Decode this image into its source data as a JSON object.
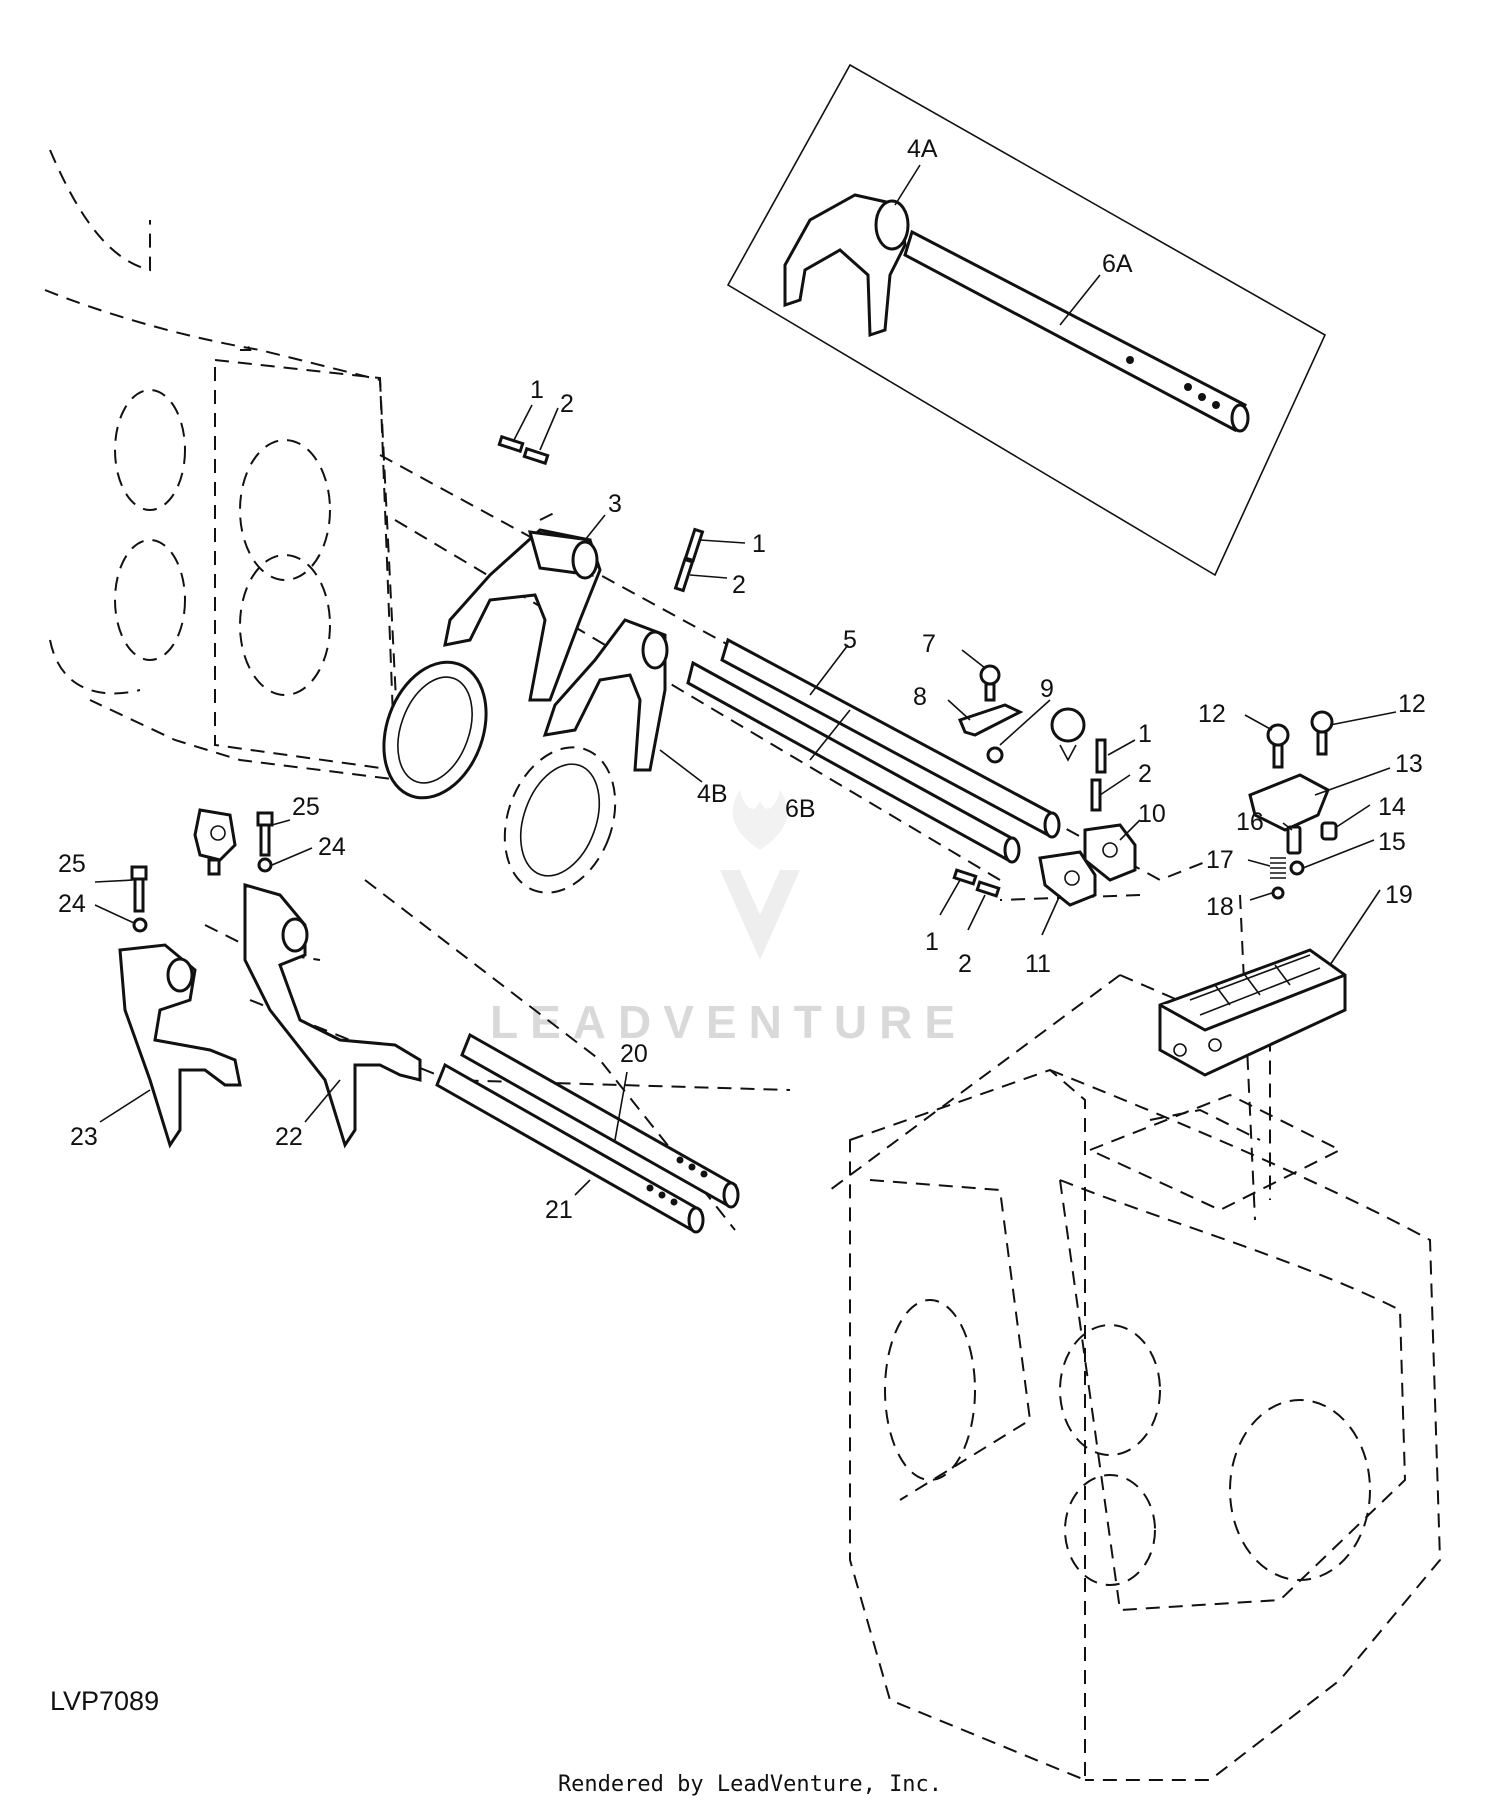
{
  "diagram": {
    "id_label": "LVP7089",
    "credit": "Rendered by LeadVenture, Inc.",
    "watermark": "LEADVENTURE",
    "callouts": [
      {
        "text": "4A"
      },
      {
        "text": "6A"
      },
      {
        "text": "1"
      },
      {
        "text": "2"
      },
      {
        "text": "3"
      },
      {
        "text": "1"
      },
      {
        "text": "2"
      },
      {
        "text": "5"
      },
      {
        "text": "6B"
      },
      {
        "text": "4B"
      },
      {
        "text": "7"
      },
      {
        "text": "8"
      },
      {
        "text": "9"
      },
      {
        "text": "1"
      },
      {
        "text": "2"
      },
      {
        "text": "10"
      },
      {
        "text": "1"
      },
      {
        "text": "2"
      },
      {
        "text": "11"
      },
      {
        "text": "12"
      },
      {
        "text": "12"
      },
      {
        "text": "13"
      },
      {
        "text": "14"
      },
      {
        "text": "16"
      },
      {
        "text": "15"
      },
      {
        "text": "17"
      },
      {
        "text": "18"
      },
      {
        "text": "19"
      },
      {
        "text": "25"
      },
      {
        "text": "24"
      },
      {
        "text": "25"
      },
      {
        "text": "24"
      },
      {
        "text": "23"
      },
      {
        "text": "22"
      },
      {
        "text": "20"
      },
      {
        "text": "21"
      }
    ]
  }
}
